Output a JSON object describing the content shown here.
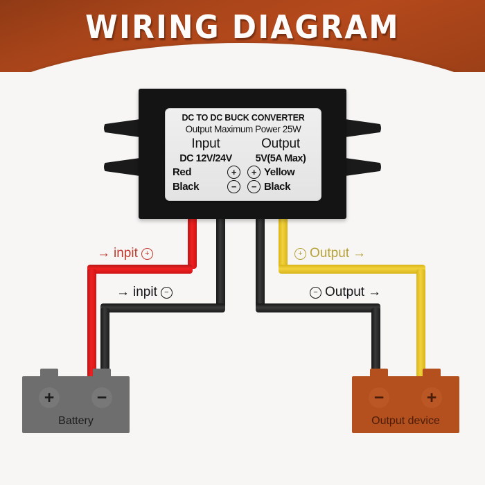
{
  "header": {
    "title": "WIRING DIAGRAM",
    "bg_color": "#a8441a",
    "title_color": "#fdfcfa"
  },
  "module": {
    "name": "dc-dc-buck-converter",
    "body_color": "#141414",
    "label": {
      "title": "DC TO DC BUCK CONVERTER",
      "power": "Output Maximum Power 25W",
      "input": {
        "heading": "Input",
        "spec": "DC 12V/24V",
        "rows": [
          {
            "color_name": "Red",
            "symbol": "+"
          },
          {
            "color_name": "Black",
            "symbol": "−"
          }
        ]
      },
      "output": {
        "heading": "Output",
        "spec": "5V(5A Max)",
        "rows": [
          {
            "symbol": "+",
            "color_name": "Yellow"
          },
          {
            "symbol": "−",
            "color_name": "Black"
          }
        ]
      }
    }
  },
  "wire_labels": {
    "input_positive": {
      "arrow": "→",
      "text": "inpit",
      "symbol": "+",
      "color": "#c0392b"
    },
    "input_negative": {
      "arrow": "→",
      "text": "inpit",
      "symbol": "−",
      "color": "#161616"
    },
    "output_positive": {
      "symbol": "+",
      "text": "Output",
      "arrow": "→",
      "color": "#b8a13a"
    },
    "output_negative": {
      "symbol": "−",
      "text": "Output",
      "arrow": "→",
      "color": "#161616"
    }
  },
  "wires": [
    {
      "name": "input-positive-wire",
      "color_name": "red",
      "color": "#ef2020",
      "from": "converter-input-positive",
      "to": "battery-positive-terminal"
    },
    {
      "name": "input-negative-wire",
      "color_name": "black",
      "color": "#1c1c1c",
      "from": "converter-input-negative",
      "to": "battery-negative-terminal"
    },
    {
      "name": "output-negative-wire",
      "color_name": "black",
      "color": "#1c1c1c",
      "from": "converter-output-negative",
      "to": "output-device-negative-terminal"
    },
    {
      "name": "output-positive-wire",
      "color_name": "yellow",
      "color": "#f2d23c",
      "from": "converter-output-positive",
      "to": "output-device-positive-terminal"
    }
  ],
  "battery": {
    "caption": "Battery",
    "color": "#6e6e6e",
    "terminal_left": "+",
    "terminal_right": "−"
  },
  "output_device": {
    "caption": "Output device",
    "color": "#b4501e",
    "terminal_left": "−",
    "terminal_right": "+"
  }
}
